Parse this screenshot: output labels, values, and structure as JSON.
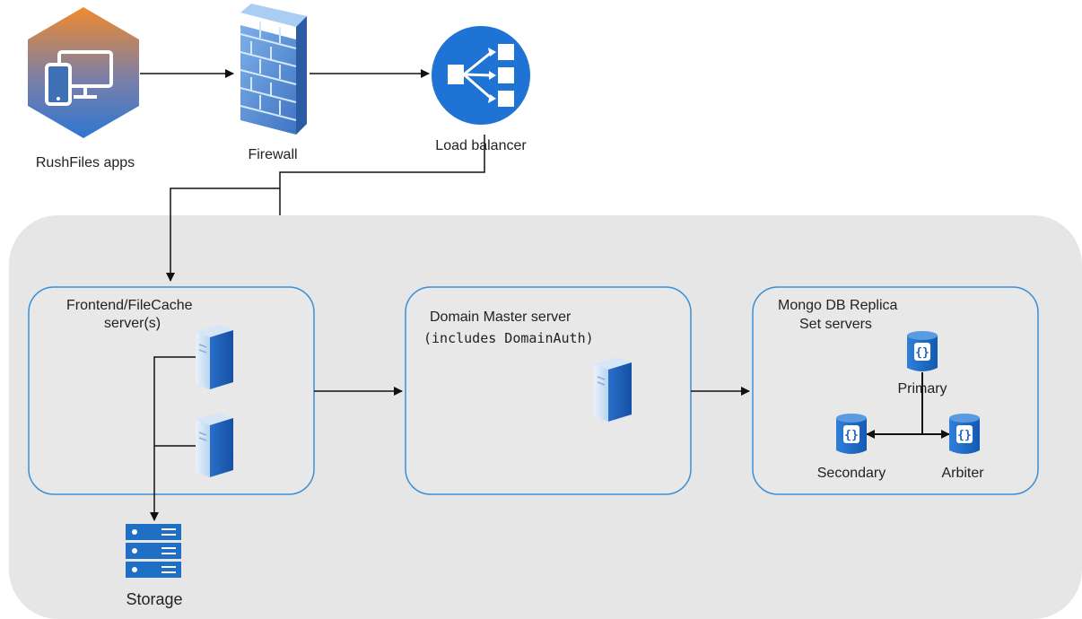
{
  "nodes": {
    "apps": {
      "label": "RushFiles apps",
      "icon": "devices-hexagon-icon"
    },
    "firewall": {
      "label": "Firewall",
      "icon": "brick-wall-icon"
    },
    "load_balancer": {
      "label": "Load balancer",
      "icon": "load-balancer-icon"
    },
    "frontend": {
      "title_line1": "Frontend/FileCache",
      "title_line2": "server(s)",
      "icon": "server-icon"
    },
    "domain_master": {
      "title_line1": "Domain Master server",
      "title_line2": "(includes DomainAuth)",
      "icon": "server-icon"
    },
    "mongo": {
      "title_line1": "Mongo DB Replica",
      "title_line2": "Set servers",
      "primary": "Primary",
      "secondary": "Secondary",
      "arbiter": "Arbiter",
      "icon": "database-icon"
    },
    "storage": {
      "label": "Storage",
      "icon": "storage-rack-icon"
    }
  },
  "colors": {
    "accent_blue": "#1f6fc4",
    "panel_gray": "#e7e7e7",
    "box_border": "#3a8fd6",
    "hex_orange": "#e88a3a",
    "hex_blue": "#3b76c9"
  }
}
